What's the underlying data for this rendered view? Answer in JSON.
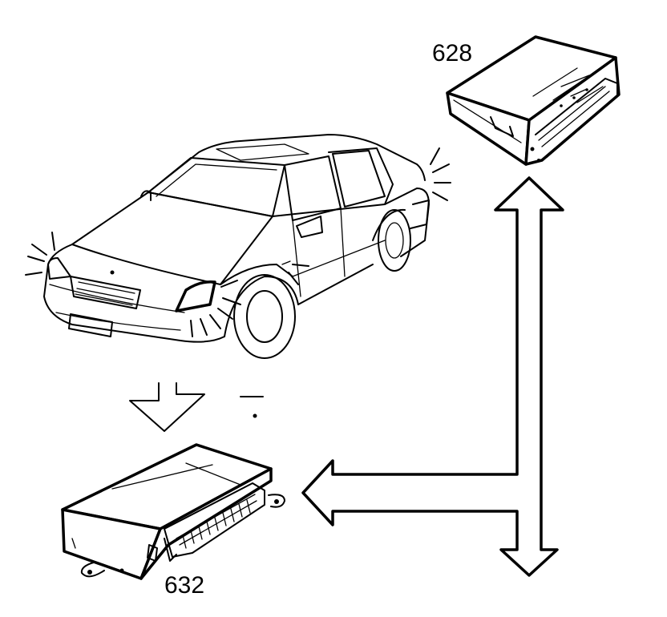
{
  "labels": {
    "module_top": "628",
    "module_bottom": "632"
  },
  "colors": {
    "ink": "#000000",
    "paper": "#ffffff"
  },
  "icons": {
    "car": "sedan-car-lights-flashing",
    "module_top": "control-unit-box",
    "module_bottom": "control-unit-box-with-connector",
    "arrows": "double-headed-bus-arrow"
  }
}
